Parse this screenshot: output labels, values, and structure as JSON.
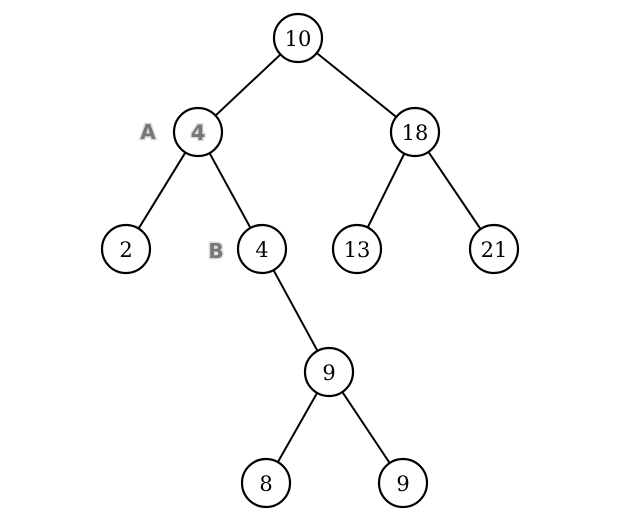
{
  "tree": {
    "nodes": [
      {
        "id": "n10",
        "value": "10"
      },
      {
        "id": "nA",
        "value": "4",
        "marker": "A",
        "emphasis": true
      },
      {
        "id": "n18",
        "value": "18"
      },
      {
        "id": "n2",
        "value": "2"
      },
      {
        "id": "nB",
        "value": "4",
        "marker": "B"
      },
      {
        "id": "n13",
        "value": "13"
      },
      {
        "id": "n21",
        "value": "21"
      },
      {
        "id": "n9",
        "value": "9"
      },
      {
        "id": "n8",
        "value": "8"
      },
      {
        "id": "n9b",
        "value": "9"
      }
    ],
    "edges": [
      [
        "n10",
        "nA"
      ],
      [
        "n10",
        "n18"
      ],
      [
        "nA",
        "n2"
      ],
      [
        "nA",
        "nB"
      ],
      [
        "n18",
        "n13"
      ],
      [
        "n18",
        "n21"
      ],
      [
        "nB",
        "n9"
      ],
      [
        "n9",
        "n8"
      ],
      [
        "n9",
        "n9b"
      ]
    ]
  }
}
